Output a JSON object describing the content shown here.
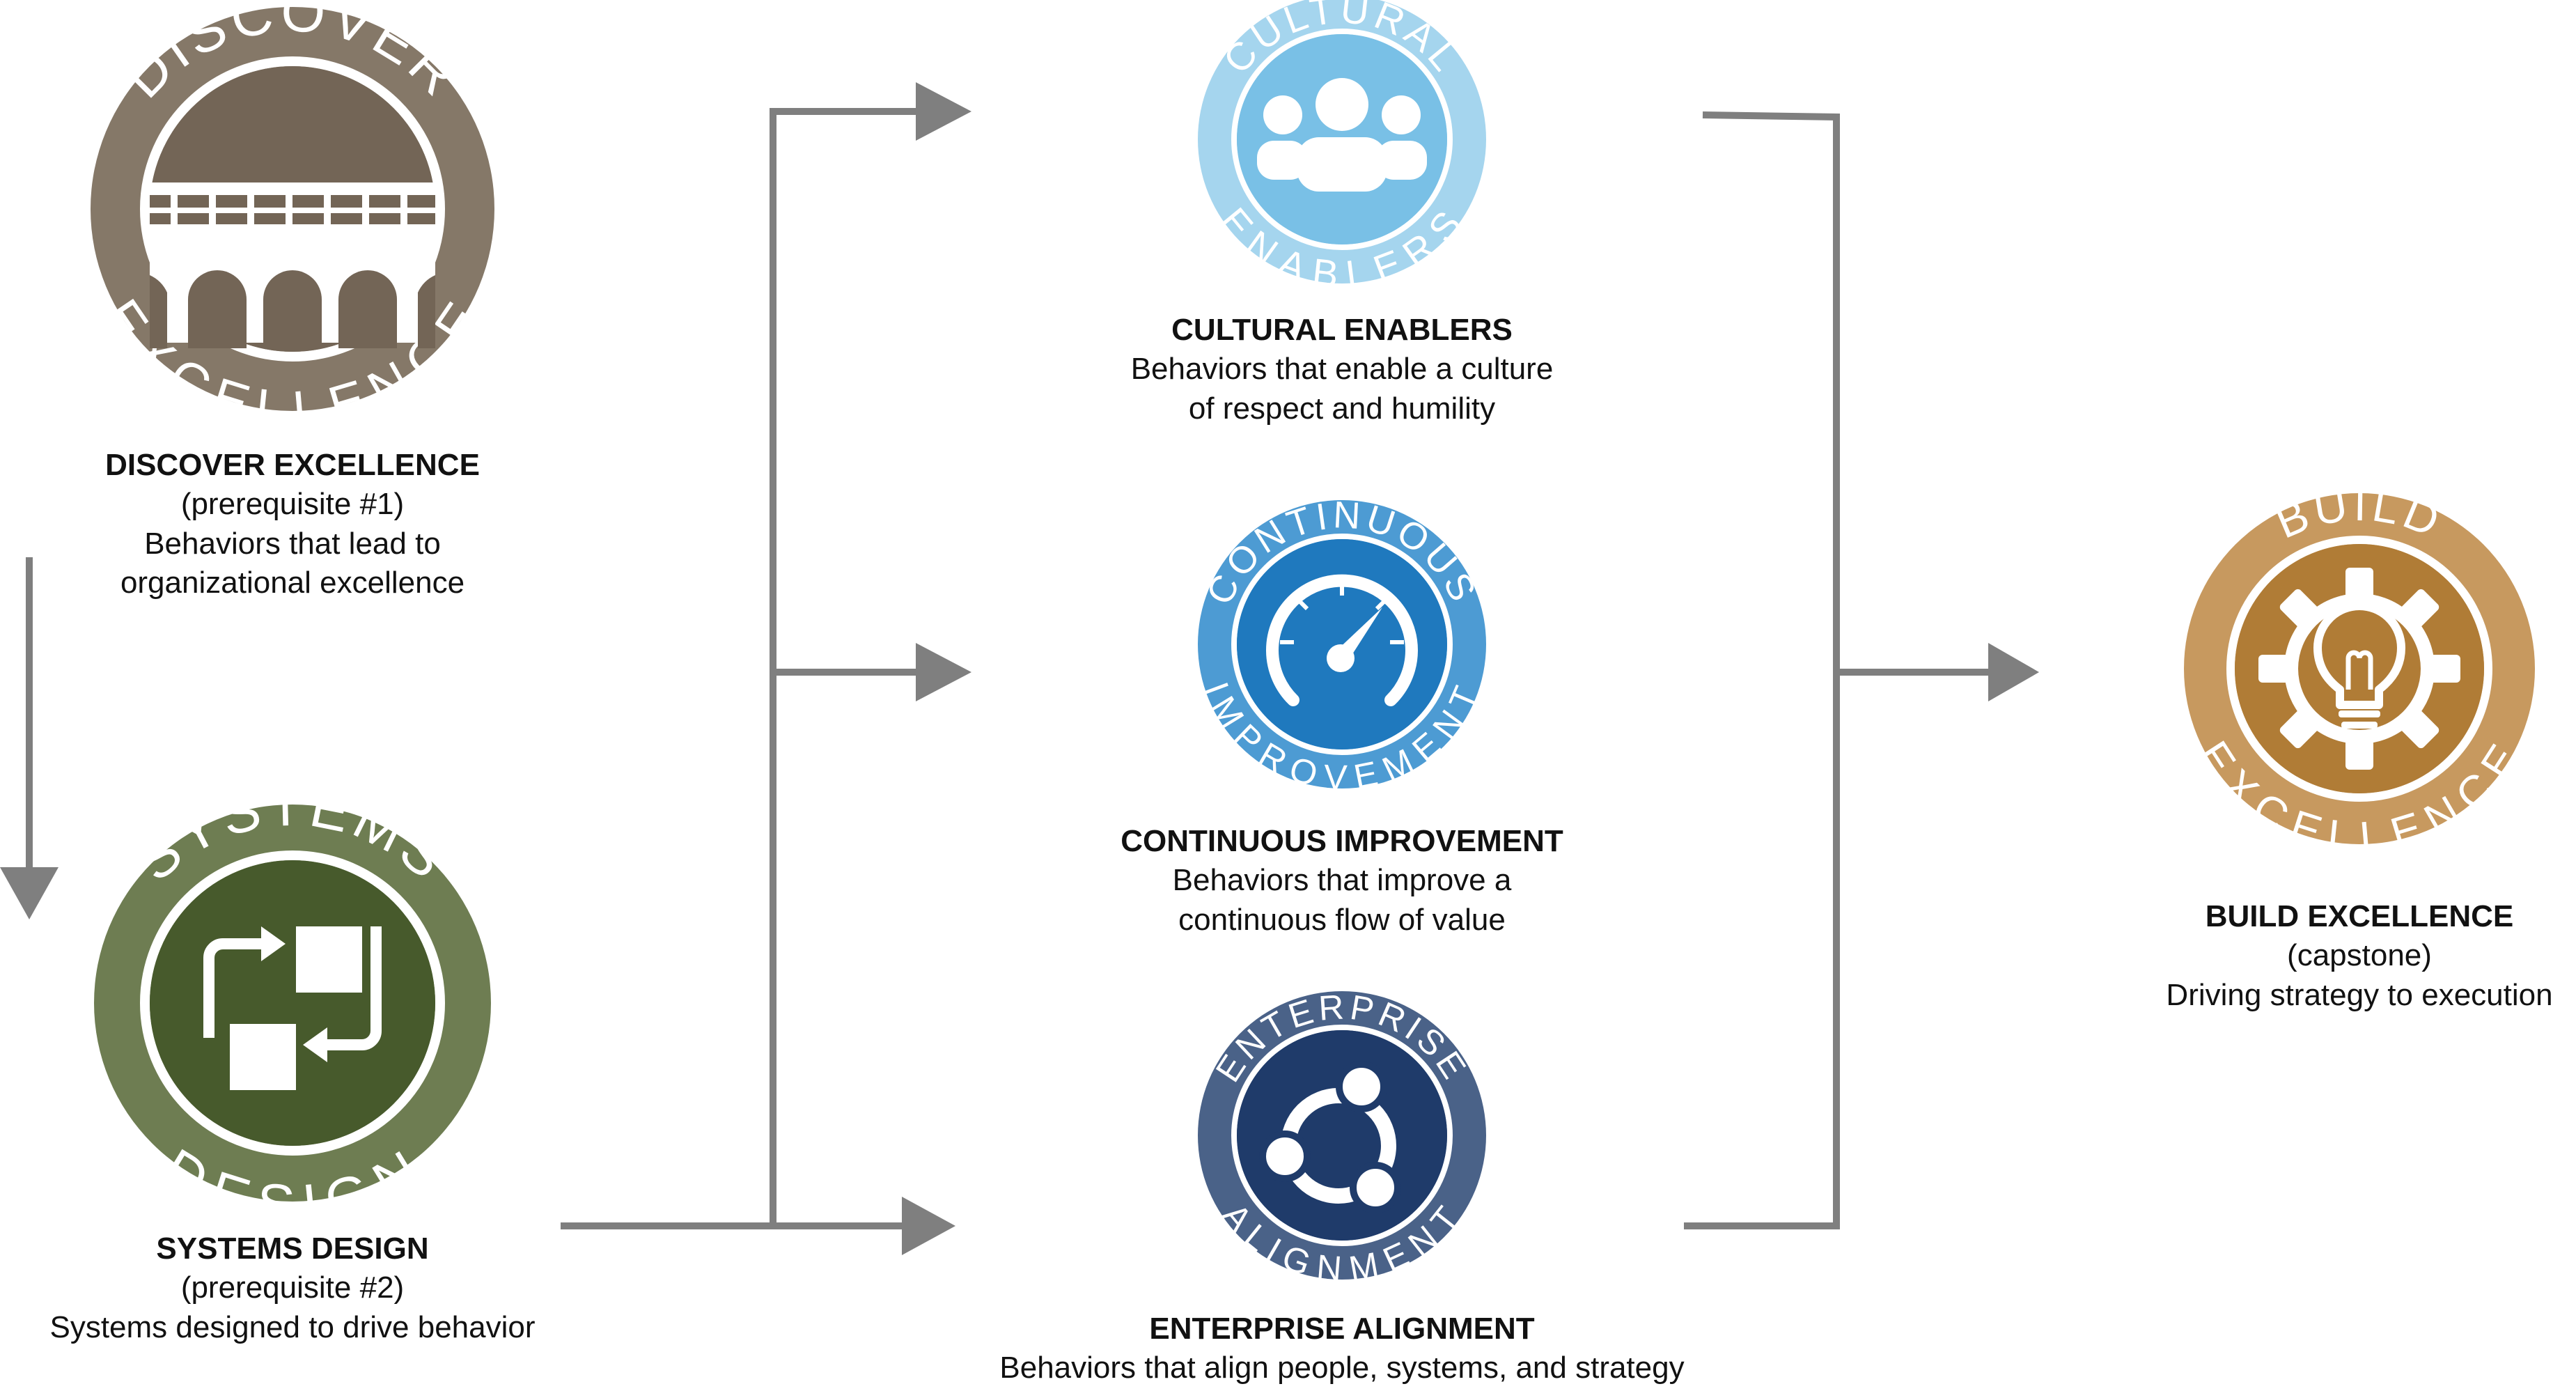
{
  "badges": {
    "discover": {
      "top": "DISCOVER",
      "bottom": "EXCELLENCE",
      "outer": "#857868",
      "ring": "#ffffff",
      "inner": "#736556",
      "icon": "bridge-icon"
    },
    "systems": {
      "top": "SYSTEMS",
      "bottom": "DESIGN",
      "outer": "#6e7d52",
      "ring": "#ffffff",
      "inner": "#475a2c",
      "icon": "process-flow-icon"
    },
    "cultural": {
      "top": "CULTURAL",
      "bottom": "ENABLERS",
      "outer": "#a5d5ee",
      "ring": "#ffffff",
      "inner": "#79c0e6",
      "icon": "people-group-icon"
    },
    "continuous": {
      "top": "CONTINUOUS",
      "bottom": "IMPROVEMENT",
      "outer": "#4d9bd3",
      "ring": "#ffffff",
      "inner": "#1f79be",
      "icon": "gauge-icon"
    },
    "enterprise": {
      "top": "ENTERPRISE",
      "bottom": "ALIGNMENT",
      "outer": "#4a6288",
      "ring": "#ffffff",
      "inner": "#1f3b6a",
      "icon": "network-icon"
    },
    "build": {
      "top": "BUILD",
      "bottom": "EXCELLENCE",
      "outer": "#c7995f",
      "ring": "#ffffff",
      "inner": "#b07c36",
      "icon": "gear-bulb-icon"
    }
  },
  "captions": {
    "discover": {
      "title": "DISCOVER EXCELLENCE",
      "l1": "(prerequisite #1)",
      "l2": "Behaviors that lead to",
      "l3": "organizational excellence"
    },
    "systems": {
      "title": "SYSTEMS DESIGN",
      "l1": "(prerequisite #2)",
      "l2": "Systems designed to drive behavior"
    },
    "cultural": {
      "title": "CULTURAL ENABLERS",
      "l1": "Behaviors that enable a culture",
      "l2": "of respect and humility"
    },
    "continuous": {
      "title": "CONTINUOUS IMPROVEMENT",
      "l1": "Behaviors that improve a",
      "l2": "continuous flow of value"
    },
    "enterprise": {
      "title": "ENTERPRISE ALIGNMENT",
      "l1": "Behaviors that align people, systems, and strategy"
    },
    "build": {
      "title": "BUILD EXCELLENCE",
      "l1": "(capstone)",
      "l2": "Driving strategy to execution"
    }
  },
  "connector_color": "#7f7f7f"
}
